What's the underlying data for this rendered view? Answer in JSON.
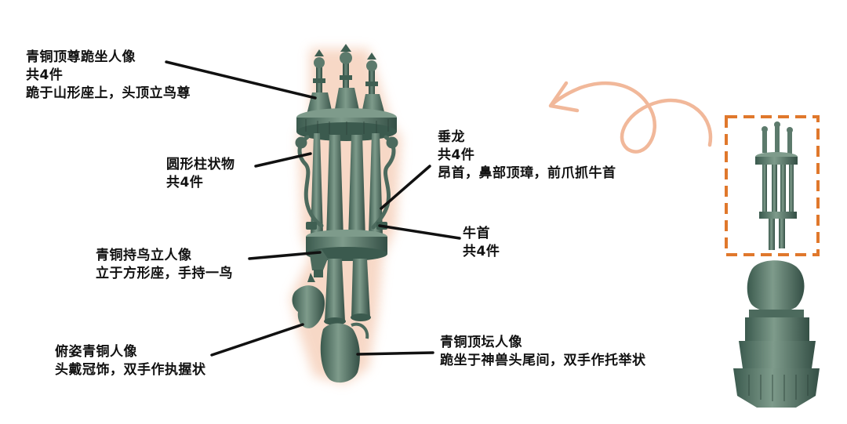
{
  "colors": {
    "bronze": "#5c7a6c",
    "bronze_dark": "#2f4a40",
    "bronze_light": "#8fa99a",
    "glow": "#f6d2bd",
    "arrow": "#f1b89a",
    "highlight_box": "#e0782c",
    "leader_line": "#111111"
  },
  "annotations": [
    {
      "id": "top-kneeling-figures",
      "title": "青铜顶尊跪坐人像",
      "count": "共4件",
      "desc": "跪于山形座上，头顶立鸟尊"
    },
    {
      "id": "round-pillars",
      "title": "圆形柱状物",
      "count": "共4件",
      "desc": ""
    },
    {
      "id": "hanging-dragon",
      "title": "垂龙",
      "count": "共4件",
      "desc": "昂首，鼻部顶璋，前爪抓牛首"
    },
    {
      "id": "ox-head",
      "title": "牛首",
      "count": "共4件",
      "desc": ""
    },
    {
      "id": "bird-holding-figure",
      "title": "青铜持鸟立人像",
      "count": "",
      "desc": "立于方形座，手持一鸟"
    },
    {
      "id": "crouching-figure",
      "title": "俯姿青铜人像",
      "count": "",
      "desc": "头戴冠饰，双手作执握状"
    },
    {
      "id": "altar-top-figure",
      "title": "青铜顶坛人像",
      "count": "",
      "desc": "跪坐于神兽头尾间，双手作托举状"
    }
  ],
  "thumbnail": {
    "icon": "full-bronze-altar-thumbnail",
    "highlight": "dashed-box-upper-section"
  },
  "pointer": {
    "icon": "curved-arrow-icon"
  }
}
